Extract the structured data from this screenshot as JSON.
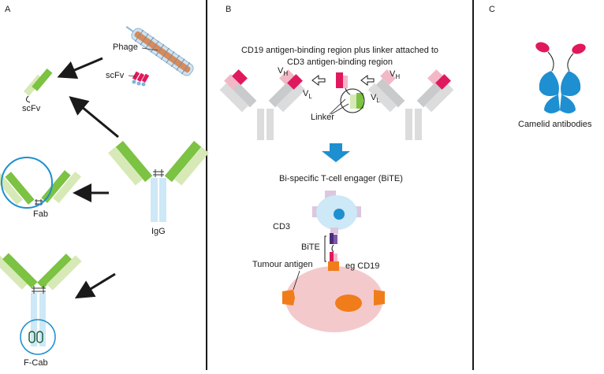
{
  "panels": [
    {
      "letter": "A"
    },
    {
      "letter": "B"
    },
    {
      "letter": "C"
    }
  ],
  "panel_a": {
    "phage_label": "Phage",
    "scfv_label_right": "scFv",
    "scfv_label_left": "scFv",
    "fab_label": "Fab",
    "igg_label": "IgG",
    "fcab_label": "F-Cab"
  },
  "panel_b": {
    "title_line1": "CD19 antigen-binding region plus linker attached to",
    "title_line2": "CD3 antigen-binding region",
    "vh_left": "V",
    "vh_left_sub": "H",
    "vl_left": "V",
    "vl_left_sub": "L",
    "vh_right": "V",
    "vh_right_sub": "H",
    "vl_right": "V",
    "vl_right_sub": "L",
    "linker_label": "Linker",
    "bite_title": "Bi-specific T-cell engager (BiTE)",
    "cd3_label": "CD3",
    "bite_label": "BiTE",
    "tumour_antigen_label": "Tumour antigen",
    "eg_cd19_label": "eg CD19"
  },
  "panel_c": {
    "camelid_label": "Camelid antibodies"
  },
  "colors": {
    "green_dark": "#7cc243",
    "green_light": "#d7e9b6",
    "blue_light": "#cde8f6",
    "blue_mid": "#1e8fd0",
    "magenta": "#e0195e",
    "pink_light": "#f2b8c6",
    "grey": "#c8cacc",
    "orange": "#f07d1a",
    "cell_pink": "#f4c9cc",
    "purple_dark": "#4b2b7a",
    "lavender": "#dcc6e0"
  }
}
